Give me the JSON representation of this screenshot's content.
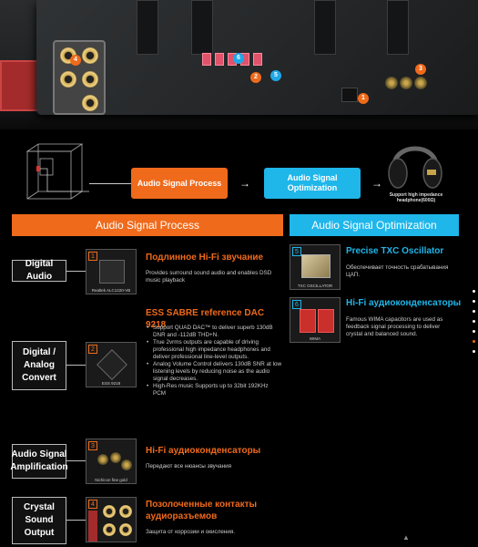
{
  "flow": {
    "process_label": "Audio Signal Process",
    "optimization_label": "Audio Signal Optimization",
    "arrow": "→",
    "headphone_caption": "Support high impedance headphone(600Ω)"
  },
  "board": {
    "markers": [
      "4",
      "6",
      "5",
      "2",
      "3",
      "1"
    ]
  },
  "sections": {
    "process_header": "Audio Signal Process",
    "optimization_header": "Audio Signal Optimization"
  },
  "rows": [
    {
      "label": "Digital Audio",
      "thumb_num": "1",
      "thumb_caption": "Realtek ALC1220-VB",
      "title": "Подлинное Hi-Fi звучание",
      "desc": "Provides surround sound audio and enables DSD music playback"
    },
    {
      "label": "Digital / Analog Convert",
      "thumb_num": "2",
      "thumb_caption": "ESS 9218",
      "title": "ESS SABRE reference DAC 9218",
      "bullets": [
        "Support QUAD DAC™ to deliver superb 130dB DNR and -112dB THD+N.",
        "True 2vrms outputs are capable of driving professional high impedance headphones and deliver professional line-level outputs.",
        "Analog Volume Control delivers 130dB SNR at low listening levels by reducing noise as the audio signal decreases.",
        "High-Res music Supports up to 32bit 192KHz PCM"
      ]
    },
    {
      "label": "Audio Signal Amplification",
      "thumb_num": "3",
      "thumb_caption": "Nichicon fine gold",
      "title": "Hi-Fi аудиоконденсаторы",
      "desc": "Передают все нюансы звучания"
    },
    {
      "label": "Crystal Sound Output",
      "thumb_num": "4",
      "thumb_caption": "",
      "title": "Позолоченные контакты аудиоразъемов",
      "desc": "Защита от коррозии и окисления."
    }
  ],
  "opt_rows": [
    {
      "thumb_num": "5",
      "thumb_caption": "TXC OSCILLATOR",
      "title": "Precise TXC Oscillator",
      "desc": "Обеспечивает точность срабатывания ЦАП."
    },
    {
      "thumb_num": "6",
      "thumb_caption": "WIMA",
      "title": "Hi-Fi аудиоконденсаторы",
      "desc": "Famous WIMA capacitors are used as feedback signal processing to deliver crystal and balanced sound."
    }
  ],
  "colors": {
    "accent_orange": "#ef6a1b",
    "accent_blue": "#1fb6ea",
    "background": "#000000"
  },
  "icons": {
    "scroll_top": "▲"
  }
}
